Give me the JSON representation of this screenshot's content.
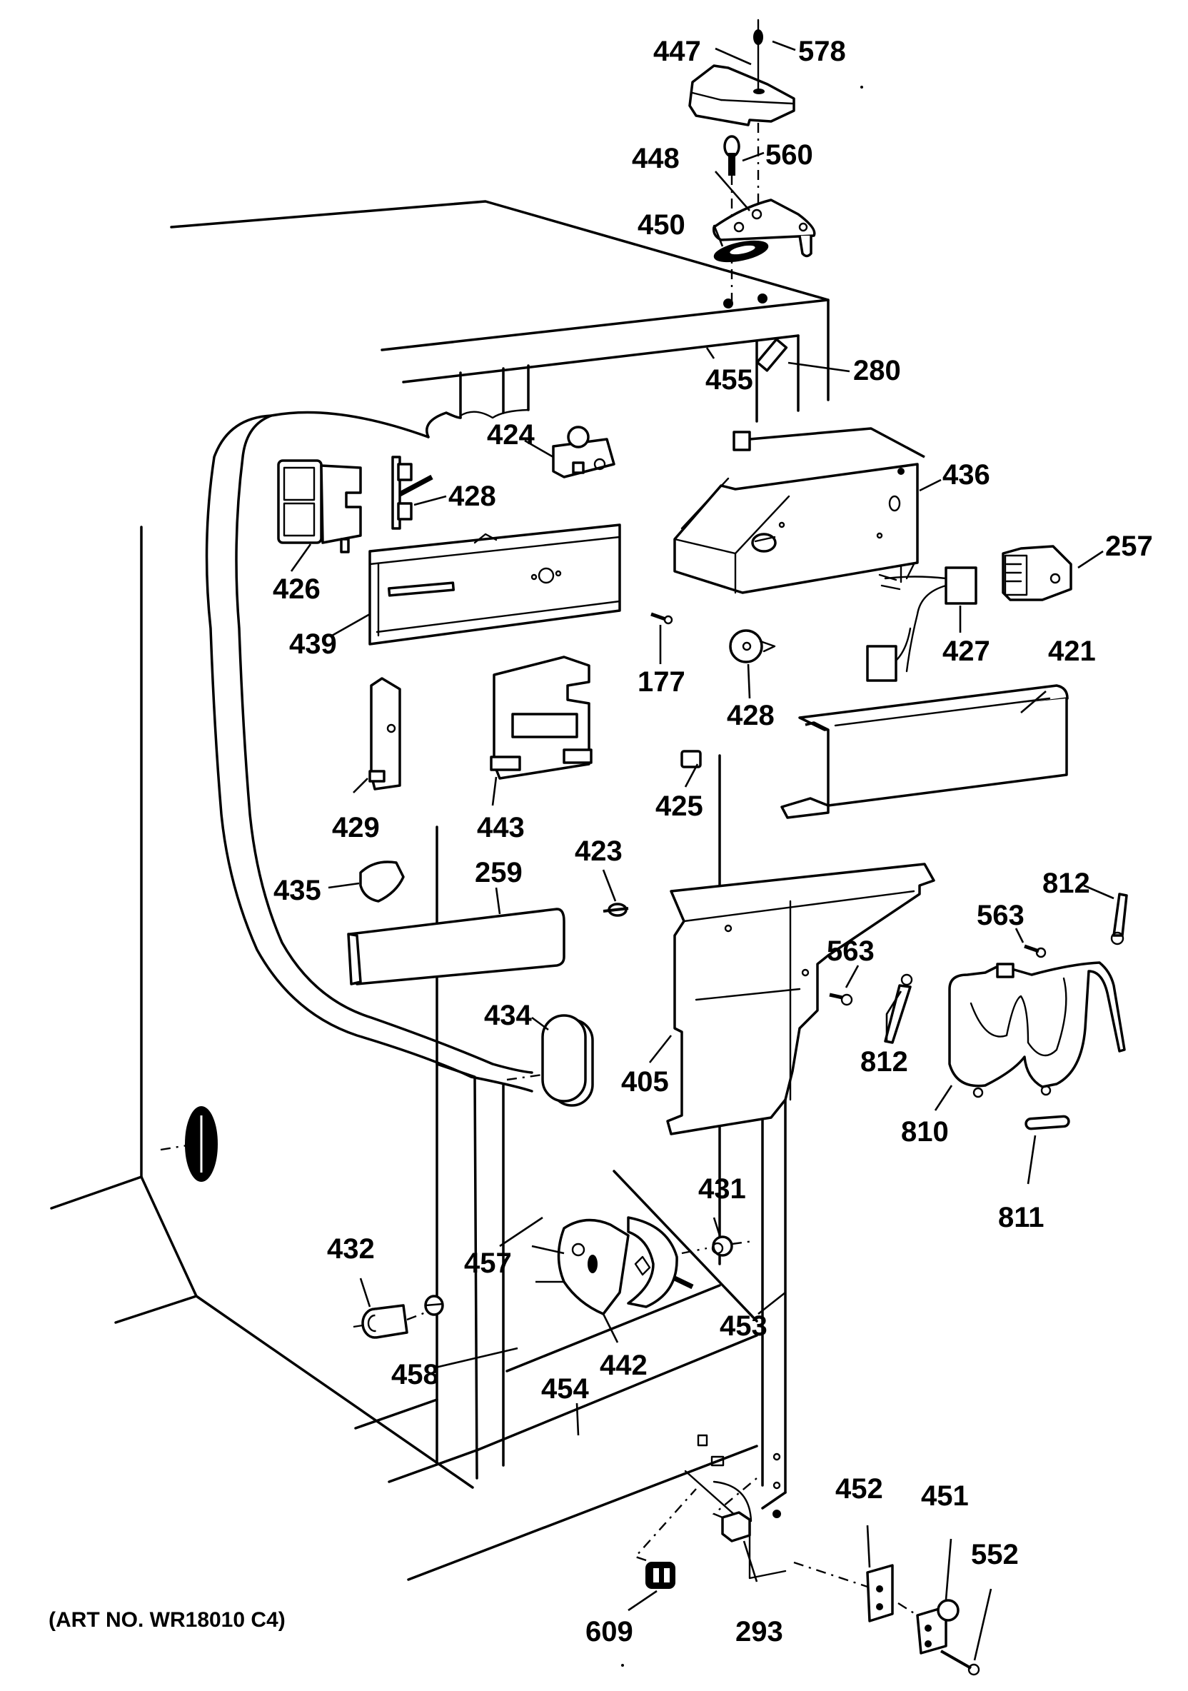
{
  "diagram": {
    "title": "Refrigerator fresh food section parts diagram",
    "art_number": "(ART NO. WR18010 C4)",
    "callouts": [
      {
        "id": "447",
        "label": "447"
      },
      {
        "id": "578",
        "label": "578"
      },
      {
        "id": "448",
        "label": "448"
      },
      {
        "id": "560",
        "label": "560"
      },
      {
        "id": "450",
        "label": "450"
      },
      {
        "id": "455",
        "label": "455"
      },
      {
        "id": "280",
        "label": "280"
      },
      {
        "id": "424",
        "label": "424"
      },
      {
        "id": "428a",
        "label": "428"
      },
      {
        "id": "426",
        "label": "426"
      },
      {
        "id": "436",
        "label": "436"
      },
      {
        "id": "257",
        "label": "257"
      },
      {
        "id": "439",
        "label": "439"
      },
      {
        "id": "177",
        "label": "177"
      },
      {
        "id": "428b",
        "label": "428"
      },
      {
        "id": "427",
        "label": "427"
      },
      {
        "id": "421",
        "label": "421"
      },
      {
        "id": "429",
        "label": "429"
      },
      {
        "id": "443",
        "label": "443"
      },
      {
        "id": "425",
        "label": "425"
      },
      {
        "id": "435",
        "label": "435"
      },
      {
        "id": "259",
        "label": "259"
      },
      {
        "id": "423",
        "label": "423"
      },
      {
        "id": "812a",
        "label": "812"
      },
      {
        "id": "563a",
        "label": "563"
      },
      {
        "id": "563b",
        "label": "563"
      },
      {
        "id": "812b",
        "label": "812"
      },
      {
        "id": "434",
        "label": "434"
      },
      {
        "id": "405",
        "label": "405"
      },
      {
        "id": "810",
        "label": "810"
      },
      {
        "id": "811",
        "label": "811"
      },
      {
        "id": "431",
        "label": "431"
      },
      {
        "id": "432",
        "label": "432"
      },
      {
        "id": "457",
        "label": "457"
      },
      {
        "id": "453",
        "label": "453"
      },
      {
        "id": "442",
        "label": "442"
      },
      {
        "id": "458",
        "label": "458"
      },
      {
        "id": "454",
        "label": "454"
      },
      {
        "id": "452",
        "label": "452"
      },
      {
        "id": "451",
        "label": "451"
      },
      {
        "id": "552",
        "label": "552"
      },
      {
        "id": "609",
        "label": "609"
      },
      {
        "id": "293",
        "label": "293"
      }
    ]
  }
}
